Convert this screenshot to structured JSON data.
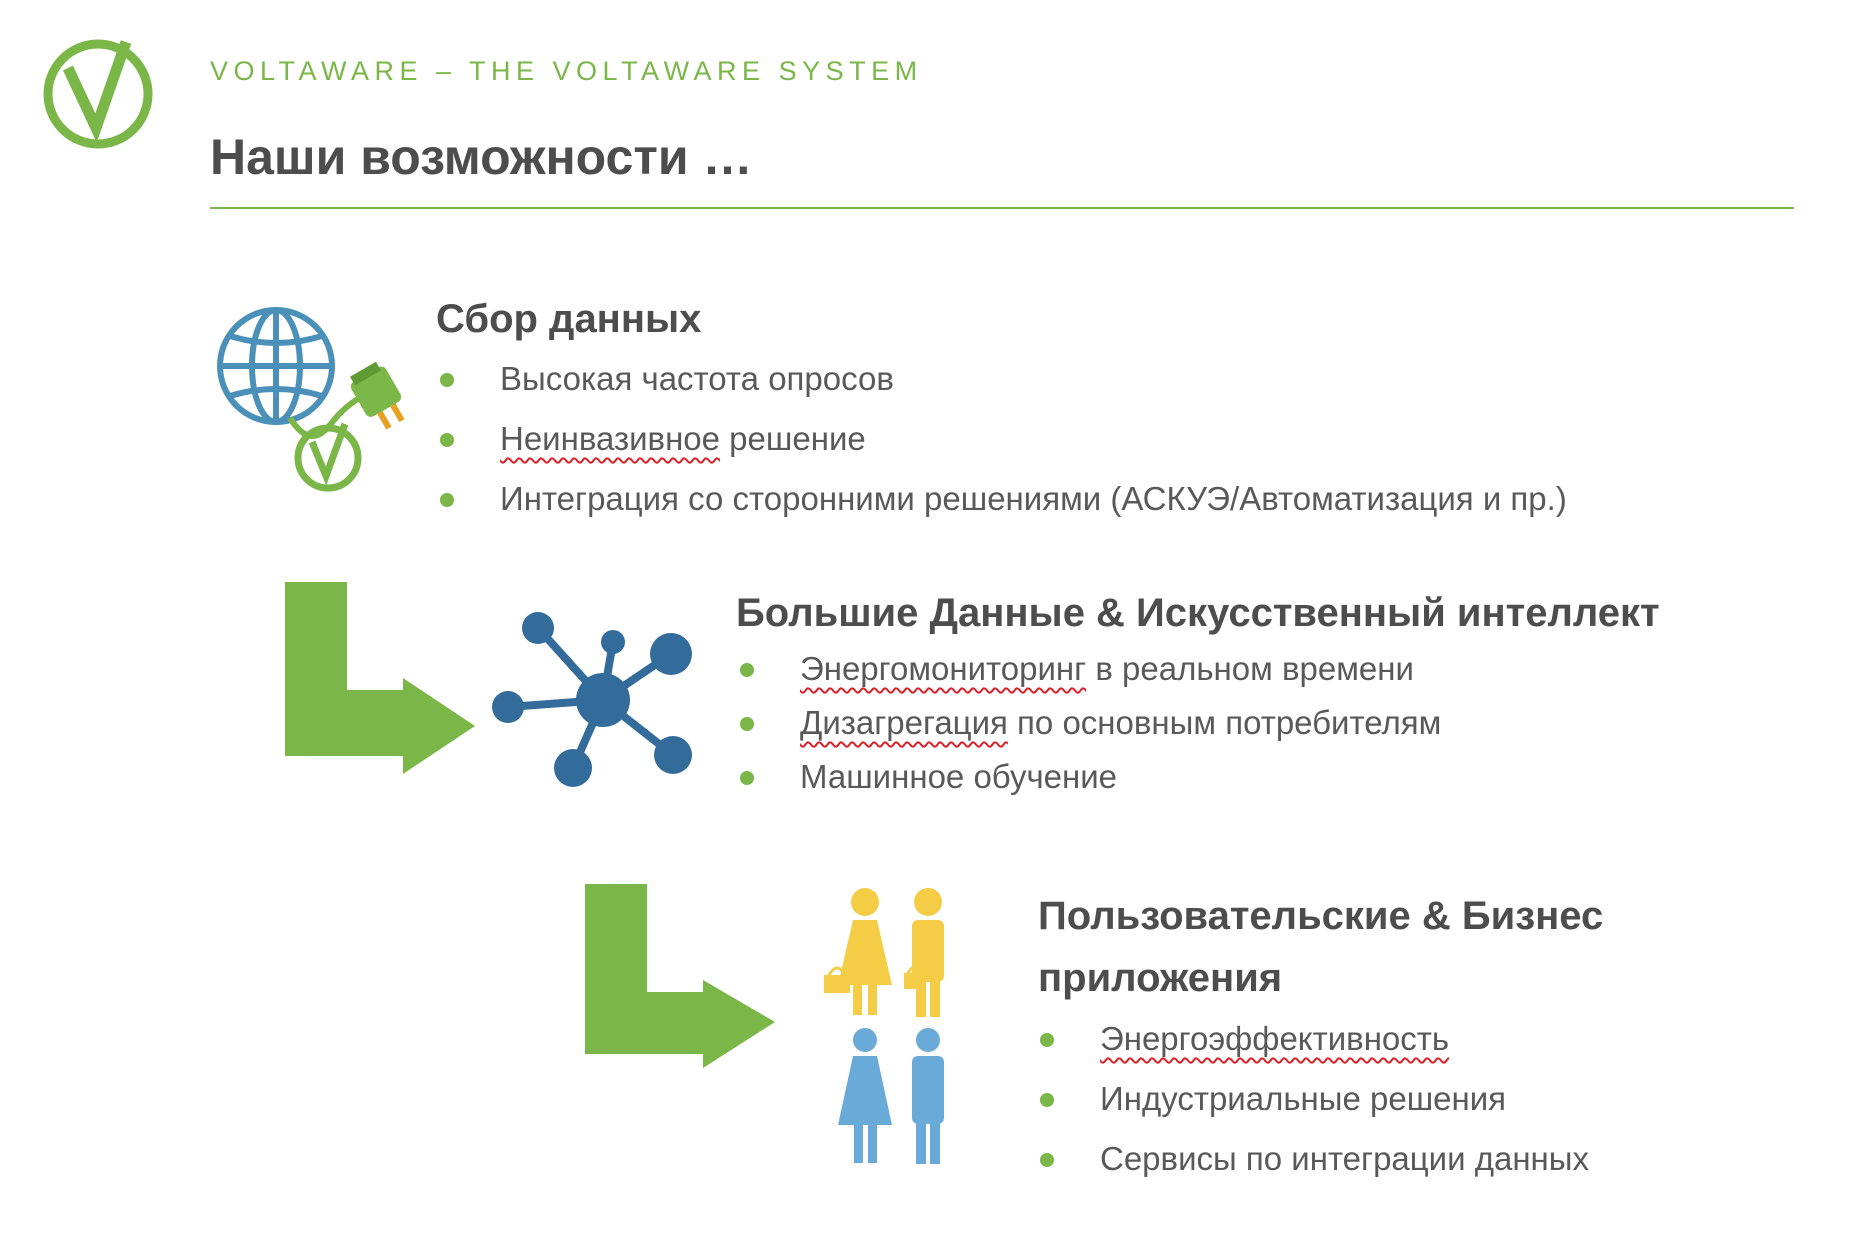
{
  "header": {
    "brand_line": "VOLTAWARE – THE VOLTAWARE SYSTEM",
    "title": "Наши возможности …"
  },
  "colors": {
    "accent_green": "#7ab648",
    "globe_blue": "#4a90b8",
    "network_blue": "#336b9a",
    "people_yellow": "#f5cc45",
    "people_blue": "#6aaad8"
  },
  "sections": [
    {
      "icon": "globe-plug-icon",
      "heading": "Сбор данных",
      "bullets": [
        {
          "pre": "",
          "wavy": "Высокая частота опросов",
          "post": "",
          "has_wavy": false
        },
        {
          "pre": "",
          "wavy": "Неинвазивное",
          "post": " решение",
          "has_wavy": true
        },
        {
          "pre": "Интеграция со сторонними решениями (АСКУЭ/Автоматизация и пр.)",
          "wavy": "",
          "post": "",
          "has_wavy": false
        }
      ]
    },
    {
      "icon": "network-hub-icon",
      "heading": "Большие Данные & Искусственный интеллект",
      "bullets": [
        {
          "pre": "",
          "wavy": "Энергомониторинг",
          "post": " в реальном времени",
          "has_wavy": true
        },
        {
          "pre": "",
          "wavy": "Дизагрегация",
          "post": " по основным потребителям",
          "has_wavy": true
        },
        {
          "pre": "Машинное обучение",
          "wavy": "",
          "post": "",
          "has_wavy": false
        }
      ]
    },
    {
      "icon": "people-consumers-business-icon",
      "heading_line1": "Пользовательские & Бизнес",
      "heading_line2": "приложения",
      "bullets": [
        {
          "pre": "",
          "wavy": "Энергоэффективность",
          "post": "",
          "has_wavy": true
        },
        {
          "pre": "Индустриальные решения",
          "wavy": "",
          "post": "",
          "has_wavy": false
        },
        {
          "pre": "Сервисы по интеграции данных",
          "wavy": "",
          "post": "",
          "has_wavy": false
        }
      ]
    }
  ]
}
